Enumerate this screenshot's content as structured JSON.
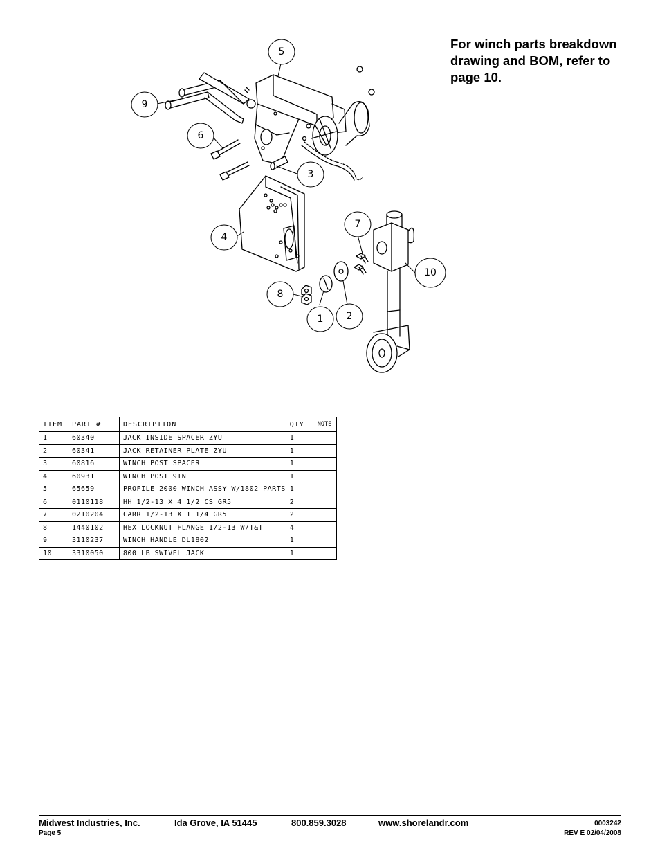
{
  "note": "For winch parts breakdown drawing and BOM, refer to page 10.",
  "callouts": [
    "5",
    "9",
    "6",
    "3",
    "4",
    "7",
    "10",
    "8",
    "1",
    "2"
  ],
  "bom": {
    "headers": [
      "ITEM",
      "PART #",
      "DESCRIPTION",
      "QTY",
      "NOTE"
    ],
    "rows": [
      [
        "1",
        "60340",
        "JACK INSIDE SPACER ZYU",
        "1",
        ""
      ],
      [
        "2",
        "60341",
        "JACK RETAINER PLATE ZYU",
        "1",
        ""
      ],
      [
        "3",
        "60816",
        "WINCH POST SPACER",
        "1",
        ""
      ],
      [
        "4",
        "60931",
        "WINCH POST 9IN",
        "1",
        ""
      ],
      [
        "5",
        "65659",
        "PROFILE 2000 WINCH ASSY W/1802 PARTS",
        "1",
        ""
      ],
      [
        "6",
        "0110118",
        "HH 1/2-13 X 4 1/2 CS GR5",
        "2",
        ""
      ],
      [
        "7",
        "0210204",
        "CARR 1/2-13 X 1 1/4 GR5",
        "2",
        ""
      ],
      [
        "8",
        "1440102",
        "HEX LOCKNUT FLANGE 1/2-13 W/T&T",
        "4",
        ""
      ],
      [
        "9",
        "3110237",
        "WINCH HANDLE  DL1802",
        "1",
        ""
      ],
      [
        "10",
        "3310050",
        "800 LB SWIVEL JACK",
        "1",
        ""
      ]
    ]
  },
  "footer": {
    "company": "Midwest Industries, Inc.",
    "location": "Ida Grove, IA  51445",
    "phone": "800.859.3028",
    "website": "www.shorelandr.com",
    "page": "Page 5",
    "doc_number": "0003242",
    "revision": "REV E  02/04/2008"
  }
}
